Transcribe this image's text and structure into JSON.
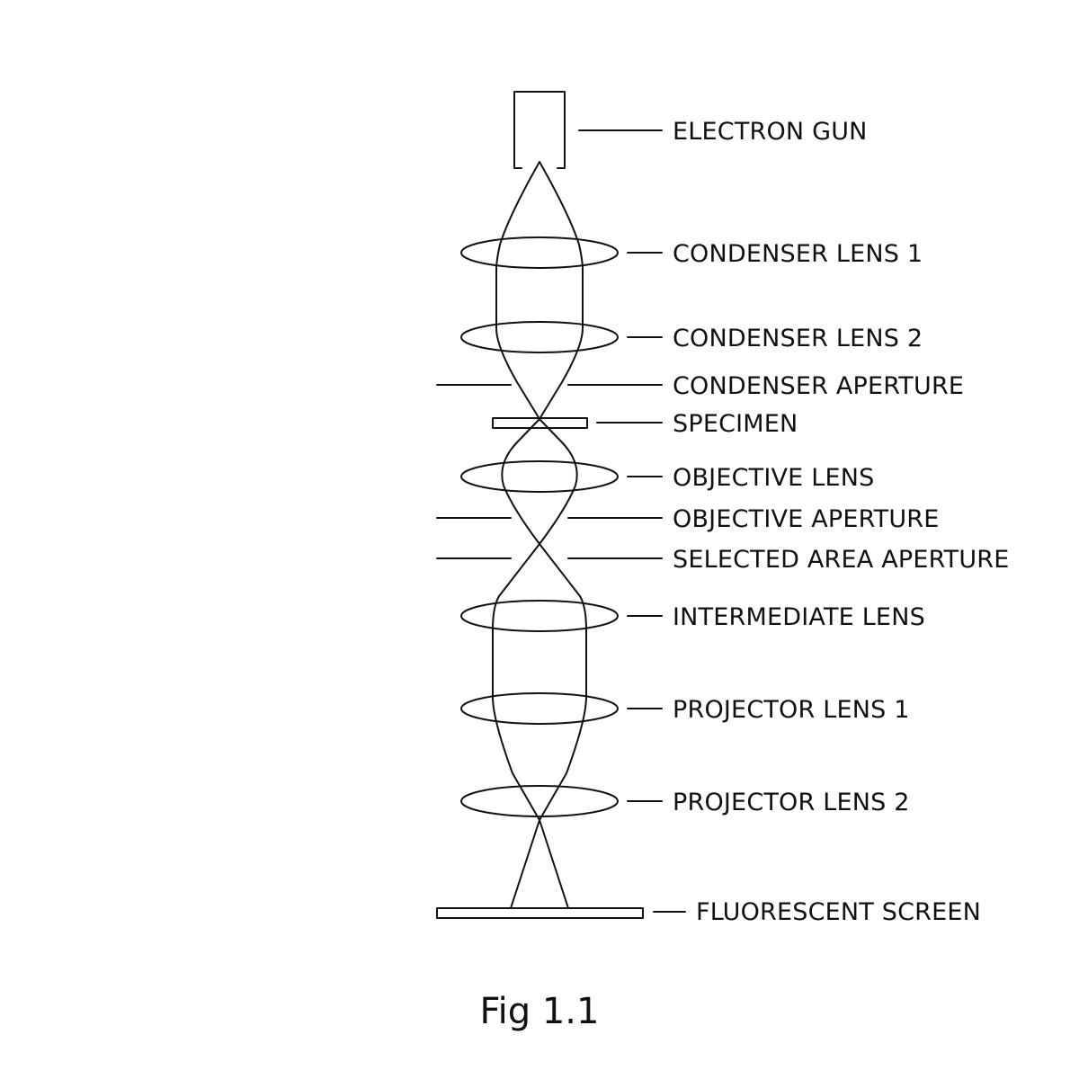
{
  "labels": {
    "electron_gun": "ELECTRON GUN",
    "condenser_lens_1": "CONDENSER LENS 1",
    "condenser_lens_2": "CONDENSER LENS 2",
    "condenser_aperture": "CONDENSER APERTURE",
    "specimen": "SPECIMEN",
    "objective_lens": "OBJECTIVE LENS",
    "objective_aperture": "OBJECTIVE APERTURE",
    "selected_area_aperture": "SELECTED AREA APERTURE",
    "intermediate_lens": "INTERMEDIATE LENS",
    "projector_lens_1": "PROJECTOR LENS 1",
    "projector_lens_2": "PROJECTOR LENS 2",
    "fluorescent_screen": "FLUORESCENT SCREEN"
  },
  "caption": "Fig 1.1"
}
